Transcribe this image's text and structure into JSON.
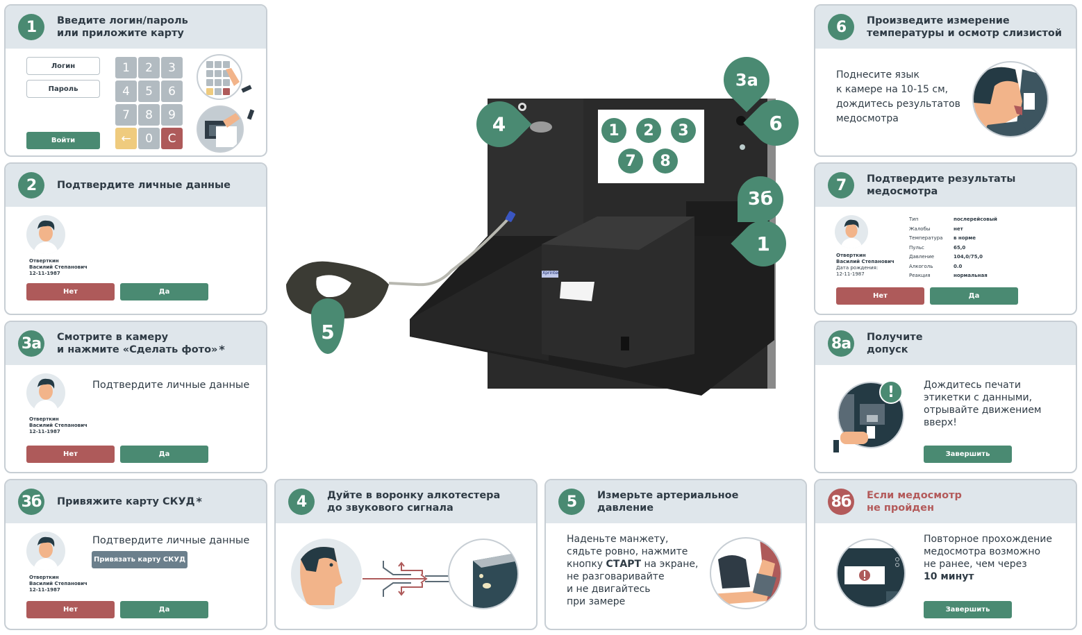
{
  "colors": {
    "accent": "#4a8a72",
    "danger": "#ae5a5a",
    "header_bg": "#dfe6eb",
    "border": "#c7ced4"
  },
  "person": {
    "surname": "Отверткин",
    "name": "Василий Степанович",
    "birth_label": "Дата рождения:",
    "birth_date": "12-11-1987"
  },
  "step1": {
    "badge": "1",
    "title_line1": "Введите логин/пароль",
    "title_line2": "или приложите карту",
    "login_placeholder": "Логин",
    "password_placeholder": "Пароль",
    "submit_label": "Войти",
    "keys": [
      "1",
      "2",
      "3",
      "4",
      "5",
      "6",
      "7",
      "8",
      "9",
      "←",
      "0",
      "C"
    ]
  },
  "step2": {
    "badge": "2",
    "title": "Подтвердите личные данные",
    "no_label": "Нет",
    "yes_label": "Да"
  },
  "step3a": {
    "badge": "3а",
    "title_line1": "Смотрите в камеру",
    "title_line2": "и нажмите «Сделать фото»",
    "star": "*",
    "prompt": "Подтвердите личные данные",
    "no_label": "Нет",
    "yes_label": "Да"
  },
  "step3b": {
    "badge": "3б",
    "title": "Привяжите карту СКУД",
    "star": "*",
    "prompt": "Подтвердите личные данные",
    "bind_label": "Привязать карту СКУД",
    "no_label": "Нет",
    "yes_label": "Да"
  },
  "step4": {
    "badge": "4",
    "title_line1": "Дуйте в воронку алкотестера",
    "title_line2": "до звукового сигнала"
  },
  "step5": {
    "badge": "5",
    "title_line1": "Измерьте артериальное",
    "title_line2": "давление",
    "text_lines": [
      "Наденьте манжету,",
      "сядьте ровно, нажмите",
      "кнопку",
      "СТАРТ",
      "на экране,",
      "не разговаривайте",
      "и не двигайтесь",
      "при замере"
    ]
  },
  "step6": {
    "badge": "6",
    "title_line1": "Произведите измерение",
    "title_line2": "температуры и осмотр слизистой",
    "text_lines": [
      "Поднесите язык",
      "к камере на 10-15 см,",
      "дождитесь результатов",
      "медосмотра"
    ]
  },
  "step7": {
    "badge": "7",
    "title_line1": "Подтвердите результаты",
    "title_line2": "медосмотра",
    "results": [
      {
        "label": "Тип",
        "value": "послерейсовый"
      },
      {
        "label": "Жалобы",
        "value": "нет"
      },
      {
        "label": "Температура",
        "value": "в норме"
      },
      {
        "label": "Пульс",
        "value": "65,0"
      },
      {
        "label": "Давление",
        "value": "104,0/75,0"
      },
      {
        "label": "Алкоголь",
        "value": "0.0"
      },
      {
        "label": "Реакция",
        "value": "нормальная"
      }
    ],
    "no_label": "Нет",
    "yes_label": "Да"
  },
  "step8a": {
    "badge": "8а",
    "title_line1": "Получите",
    "title_line2": "допуск",
    "text_lines": [
      "Дождитесь печати",
      "этикетки с данными,",
      "отрывайте движением",
      "вверх!"
    ],
    "finish_label": "Завершить"
  },
  "step8b": {
    "badge": "8б",
    "title_line1": "Если медосмотр",
    "title_line2": "не пройден",
    "text_lines": [
      "Повторное прохождение",
      "медосмотра возможно",
      "не ранее, чем через",
      "10 минут"
    ],
    "finish_label": "Завершить"
  },
  "device": {
    "printer_brand": "Xprinter",
    "screen_numbers": [
      "1",
      "2",
      "3",
      "7",
      "8"
    ],
    "pins": {
      "alco": "4",
      "camera": "3а",
      "thermo": "6",
      "card": "3б",
      "reader": "1",
      "cuff": "5"
    }
  }
}
